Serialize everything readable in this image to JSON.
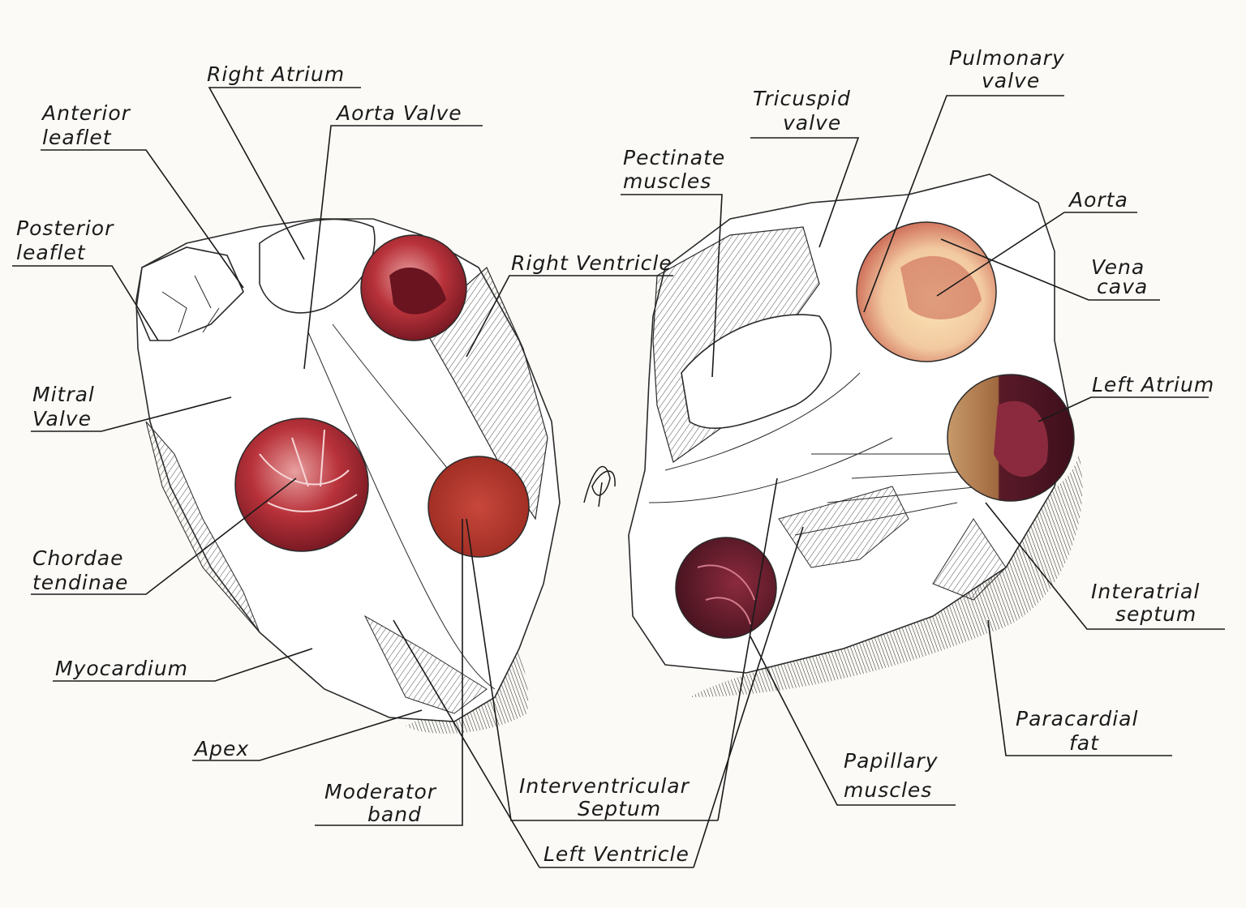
{
  "labels": {
    "right_atrium": "Right Atrium",
    "aorta_valve": "Aorta Valve",
    "anterior_leaflet_1": "Anterior",
    "anterior_leaflet_2": "leaflet",
    "posterior_leaflet_1": "Posterior",
    "posterior_leaflet_2": "leaflet",
    "mitral_valve_1": "Mitral",
    "mitral_valve_2": "Valve",
    "chordae_tendinae_1": "Chordae",
    "chordae_tendinae_2": "tendinae",
    "myocardium": "Myocardium",
    "apex": "Apex",
    "moderator_band_1": "Moderator",
    "moderator_band_2": "band",
    "right_ventricle": "Right Ventricle",
    "interventricular_septum_1": "Interventricular",
    "interventricular_septum_2": "Septum",
    "left_ventricle": "Left Ventricle",
    "pectinate_muscles_1": "Pectinate",
    "pectinate_muscles_2": "muscles",
    "tricuspid_valve_1": "Tricuspid",
    "tricuspid_valve_2": "valve",
    "pulmonary_valve_1": "Pulmonary",
    "pulmonary_valve_2": "valve",
    "aorta": "Aorta",
    "vena_cava_1": "Vena",
    "vena_cava_2": "cava",
    "left_atrium": "Left Atrium",
    "interatrial_septum_1": "Interatrial",
    "interatrial_septum_2": "septum",
    "paracardial_fat_1": "Paracardial",
    "paracardial_fat_2": "fat",
    "papillary_muscles_1": "Papillary",
    "papillary_muscles_2": "muscles"
  },
  "colors": {
    "paper": "#fbfaf6",
    "ink": "#1a1a1a",
    "tissue_red": "#b8323a",
    "tissue_dark": "#7a1a24",
    "tissue_light": "#e8a0a0",
    "tissue_pale": "#f2d6b0"
  }
}
